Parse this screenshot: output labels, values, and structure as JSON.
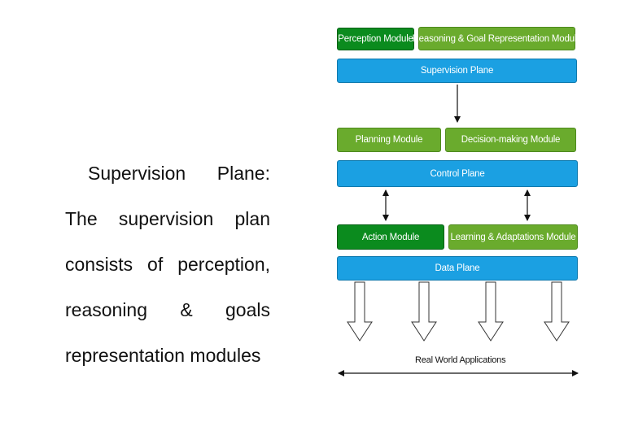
{
  "description": {
    "lines": [
      "Supervision Plane:",
      "The supervision plan",
      "consists of perception,",
      "reasoning & goals",
      "representation modules"
    ]
  },
  "diagram": {
    "supervision_layer": {
      "modules": [
        "Perception Module",
        "Reasoning & Goal Representation Module"
      ],
      "plane": "Supervision Plane"
    },
    "control_layer": {
      "modules": [
        "Planning Module",
        "Decision-making Module"
      ],
      "plane": "Control Plane"
    },
    "data_layer": {
      "modules": [
        "Action Module",
        "Learning & Adaptations Module"
      ],
      "plane": "Data Plane"
    },
    "footer_label": "Real World Applications"
  },
  "colors": {
    "plane": "#1ba0e2",
    "module_dark_green": "#0b8b1e",
    "module_light_green": "#6aab2d",
    "arrow": "#111111"
  }
}
